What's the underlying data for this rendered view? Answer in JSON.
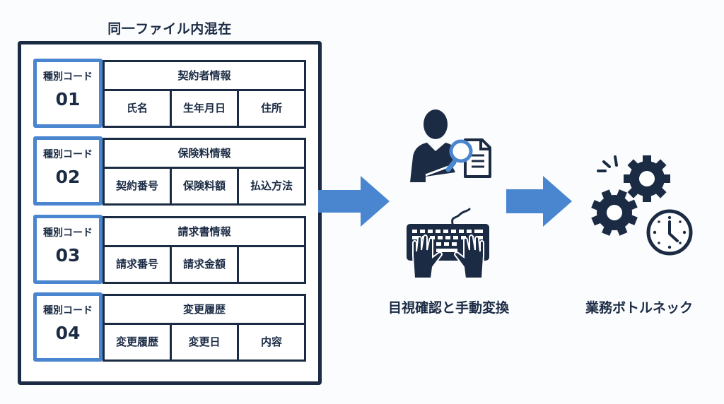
{
  "title": "同一ファイル内混在",
  "records": [
    {
      "code_label": "種別コード",
      "code": "01",
      "header": "契約者情報",
      "fields": [
        "氏名",
        "生年月日",
        "住所"
      ]
    },
    {
      "code_label": "種別コード",
      "code": "02",
      "header": "保険料情報",
      "fields": [
        "契約番号",
        "保険料額",
        "払込方法"
      ]
    },
    {
      "code_label": "種別コード",
      "code": "03",
      "header": "請求書情報",
      "fields": [
        "請求番号",
        "請求金額",
        ""
      ]
    },
    {
      "code_label": "種別コード",
      "code": "04",
      "header": "変更履歴",
      "fields": [
        "変更履歴",
        "変更日",
        "内容"
      ]
    }
  ],
  "steps": [
    {
      "label": "目視確認と手動変換",
      "icons": [
        "person-inspecting-document-icon",
        "keyboard-typing-icon"
      ]
    },
    {
      "label": "業務ボトルネック",
      "icons": [
        "gears-icon",
        "clock-icon"
      ]
    }
  ],
  "colors": {
    "navy": "#1b2b44",
    "accent_blue": "#4a86d0",
    "background": "#fbfcfd"
  }
}
